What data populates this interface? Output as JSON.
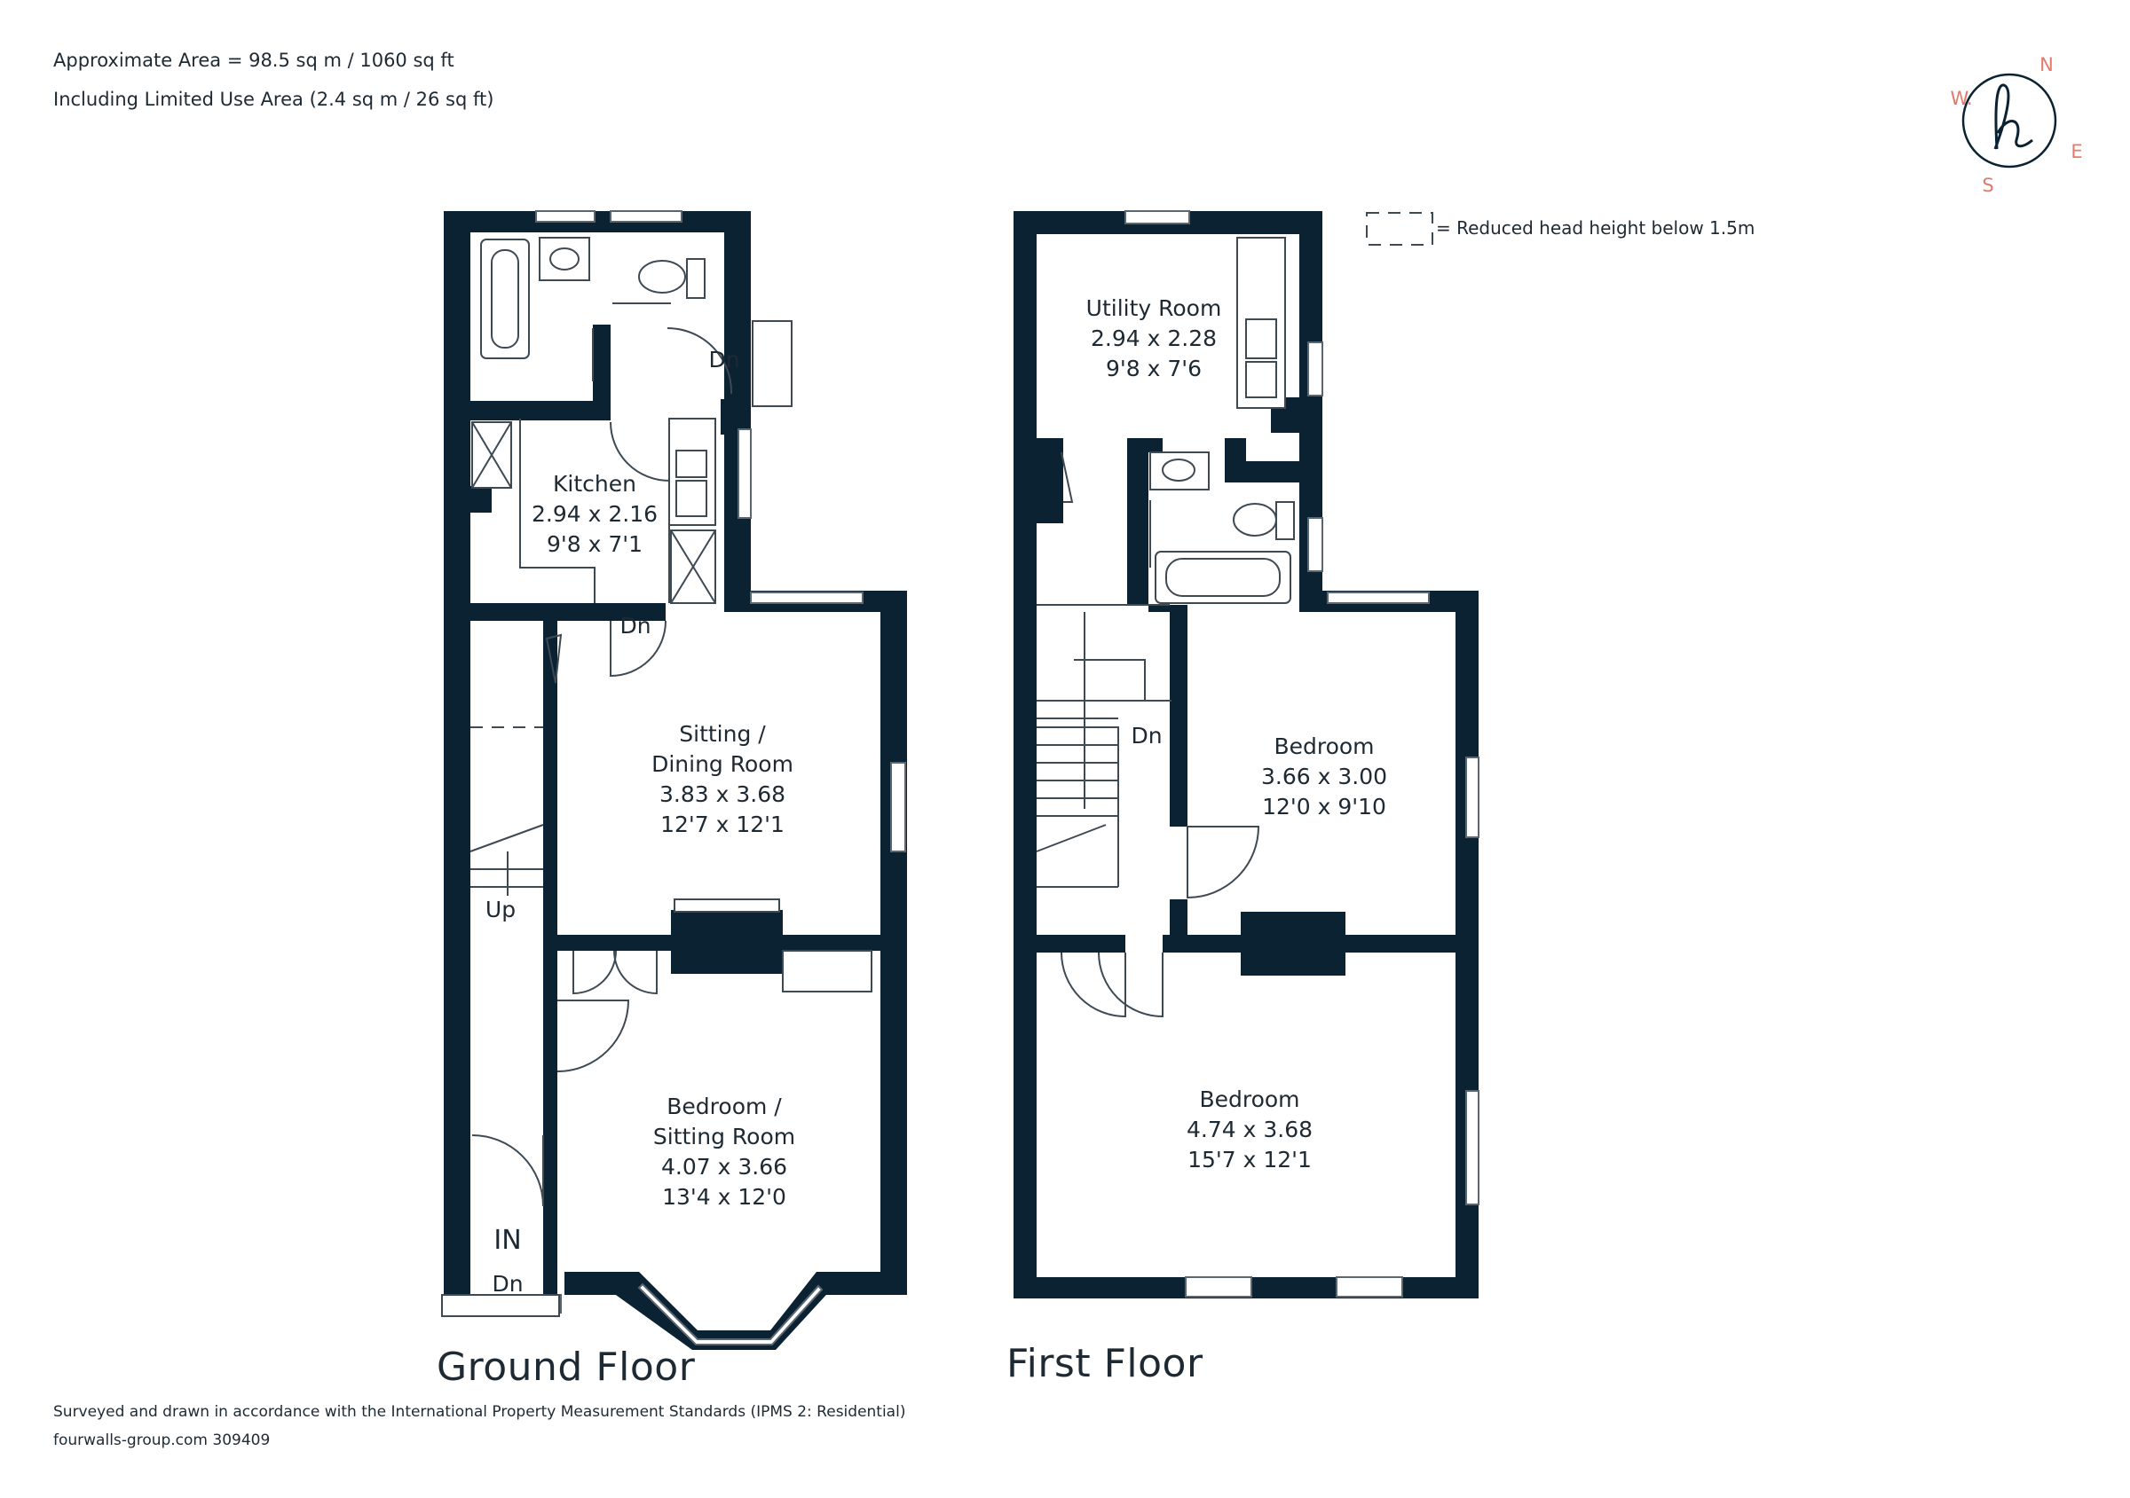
{
  "header": {
    "area_line": "Approximate Area = 98.5 sq m / 1060 sq ft",
    "limited_line": "Including Limited Use Area (2.4 sq m / 26 sq ft)"
  },
  "footer": {
    "standards_line": "Surveyed and drawn in accordance with the International Property Measurement Standards (IPMS 2: Residential)",
    "ref_line": "fourwalls-group.com 309409"
  },
  "compass": {
    "n": "N",
    "e": "E",
    "s": "S",
    "w": "W.",
    "logo_glyph": "h",
    "accent_color": "#e47a6b"
  },
  "legend": {
    "text": "= Reduced head height below 1.5m"
  },
  "wall_color": "#0b2233",
  "ground_floor": {
    "title": "Ground Floor",
    "kitchen": {
      "name": "Kitchen",
      "metric": "2.94 x 2.16",
      "imperial": "9'8 x 7'1"
    },
    "sitting_dining": {
      "name1": "Sitting /",
      "name2": "Dining Room",
      "metric": "3.83 x 3.68",
      "imperial": "12'7 x 12'1"
    },
    "bedroom_sitting": {
      "name1": "Bedroom /",
      "name2": "Sitting Room",
      "metric": "4.07 x 3.66",
      "imperial": "13'4 x 12'0"
    },
    "dn_rear": "Dn",
    "dn_kitchen": "Dn",
    "up_stairs": "Up",
    "in_label": "IN",
    "dn_front": "Dn"
  },
  "first_floor": {
    "title": "First Floor",
    "utility": {
      "name": "Utility Room",
      "metric": "2.94 x 2.28",
      "imperial": "9'8 x 7'6"
    },
    "bedroom_rear": {
      "name": "Bedroom",
      "metric": "3.66 x 3.00",
      "imperial": "12'0 x 9'10"
    },
    "bedroom_front": {
      "name": "Bedroom",
      "metric": "4.74 x 3.68",
      "imperial": "15'7 x 12'1"
    },
    "dn_stairs": "Dn"
  }
}
